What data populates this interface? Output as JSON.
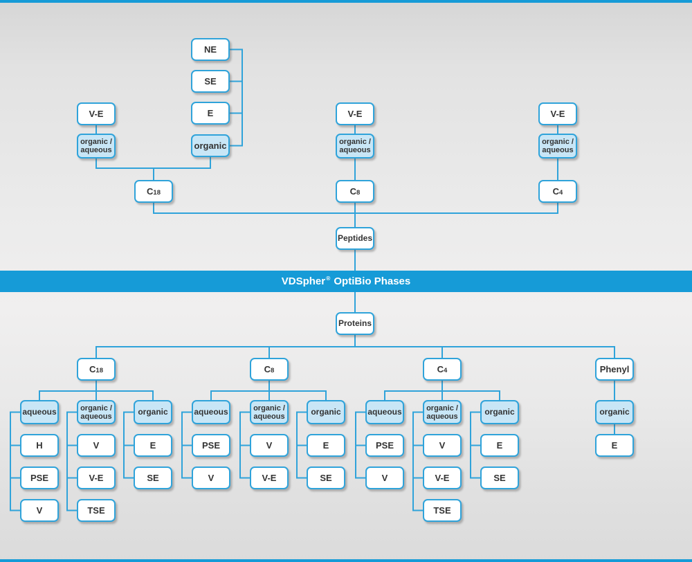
{
  "banner": {
    "brand": "VDSpher",
    "reg": "®",
    "rest": "OptiBio Phases"
  },
  "top": {
    "root": "Peptides",
    "options": [
      "NE",
      "SE",
      "E"
    ],
    "options_mode": "organic",
    "columns": [
      {
        "head_base": "C",
        "head_sub": "18",
        "ve": "V-E",
        "mode1": "organic /",
        "mode2": "aqueous"
      },
      {
        "head_base": "C",
        "head_sub": "8",
        "ve": "V-E",
        "mode1": "organic /",
        "mode2": "aqueous"
      },
      {
        "head_base": "C",
        "head_sub": "4",
        "ve": "V-E",
        "mode1": "organic /",
        "mode2": "aqueous"
      }
    ]
  },
  "bottom": {
    "root": "Proteins",
    "groups": [
      {
        "head_base": "C",
        "head_sub": "18",
        "cats": [
          {
            "l1": "aqueous",
            "l2": "",
            "children": [
              "H",
              "PSE",
              "V"
            ]
          },
          {
            "l1": "organic /",
            "l2": "aqueous",
            "children": [
              "V",
              "V-E",
              "TSE"
            ]
          },
          {
            "l1": "organic",
            "l2": "",
            "children": [
              "E",
              "SE"
            ]
          }
        ]
      },
      {
        "head_base": "C",
        "head_sub": "8",
        "cats": [
          {
            "l1": "aqueous",
            "l2": "",
            "children": [
              "PSE",
              "V"
            ]
          },
          {
            "l1": "organic /",
            "l2": "aqueous",
            "children": [
              "V",
              "V-E"
            ]
          },
          {
            "l1": "organic",
            "l2": "",
            "children": [
              "E",
              "SE"
            ]
          }
        ]
      },
      {
        "head_base": "C",
        "head_sub": "4",
        "cats": [
          {
            "l1": "aqueous",
            "l2": "",
            "children": [
              "PSE",
              "V"
            ]
          },
          {
            "l1": "organic /",
            "l2": "aqueous",
            "children": [
              "V",
              "V-E",
              "TSE"
            ]
          },
          {
            "l1": "organic",
            "l2": "",
            "children": [
              "E",
              "SE"
            ]
          }
        ]
      },
      {
        "head_base": "Phenyl",
        "head_sub": "",
        "cats": [
          {
            "l1": "organic",
            "l2": "",
            "children": [
              "E"
            ]
          }
        ]
      }
    ]
  },
  "colors": {
    "accent_blue": "#169bd7",
    "line_blue": "#2fa3da",
    "box_border": "#2fa3da",
    "box_fill": "#ffffff",
    "box_fill_highlight": "#c8e6f6",
    "text_dark": "#333333",
    "banner_text": "#ffffff"
  }
}
